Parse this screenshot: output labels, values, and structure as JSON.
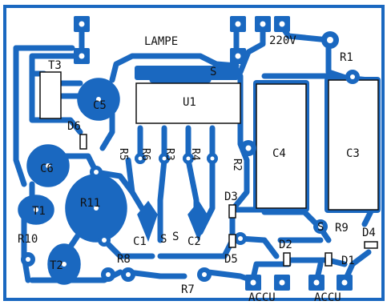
{
  "colors": {
    "background": "#ffffff",
    "copper": "#1a68c0",
    "pad_hole": "#ffffff",
    "silkscreen": "#111111",
    "component_fill": "#dfe8f4"
  },
  "labels": {
    "lampe": "LAMPE",
    "v220": "220V",
    "r1": "R1",
    "s_top": "S",
    "t3": "T3",
    "c5": "C5",
    "u1": "U1",
    "d6": "D6",
    "r5": "R5",
    "r6": "R6",
    "r3": "R3",
    "r4": "R4",
    "r2": "R2",
    "c4": "C4",
    "c3": "C3",
    "c6": "C6",
    "r11": "R11",
    "t1": "T1",
    "d3": "D3",
    "r10": "R10",
    "t2": "T2",
    "c1": "C1",
    "s_mid": "S",
    "s_c2": "S",
    "c2": "C2",
    "r8": "R8",
    "d5": "D5",
    "d2": "D2",
    "s_r9": "S",
    "r9": "R9",
    "d4": "D4",
    "d1": "D1",
    "r7": "R7",
    "accu1": "ACCU",
    "accu2": "ACCU"
  }
}
